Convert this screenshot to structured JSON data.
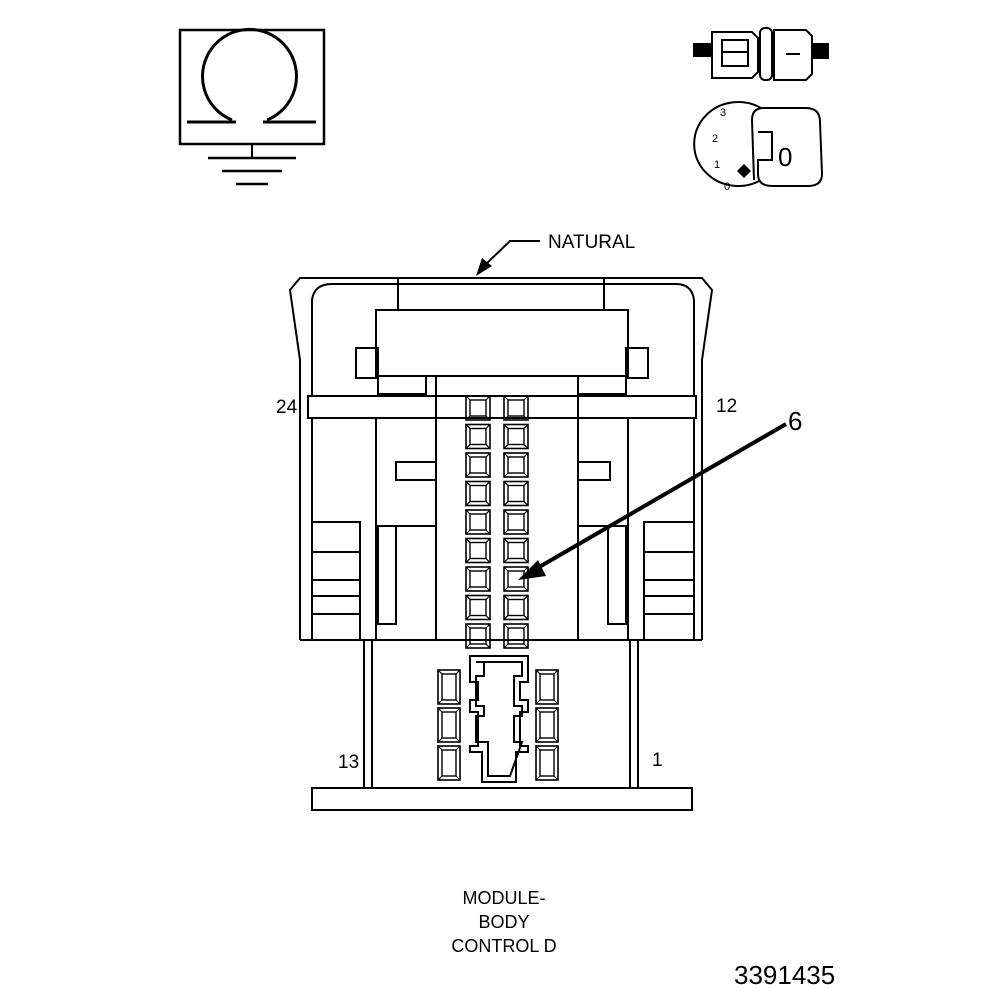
{
  "labels": {
    "color": "NATURAL",
    "pin_top_left": "24",
    "pin_top_right": "12",
    "pin_bottom_left": "13",
    "pin_bottom_right": "1",
    "callout": "6",
    "caption_line1": "MODULE-",
    "caption_line2": "BODY",
    "caption_line3": "CONTROL D",
    "figure_id": "3391435"
  },
  "icons": {
    "ground": "ohm-ground-icon",
    "connector": "connector-plug-icon",
    "ignition": "ignition-key-icon"
  },
  "ignition_positions": [
    "3",
    "2",
    "1",
    "0"
  ],
  "key_label": "0"
}
